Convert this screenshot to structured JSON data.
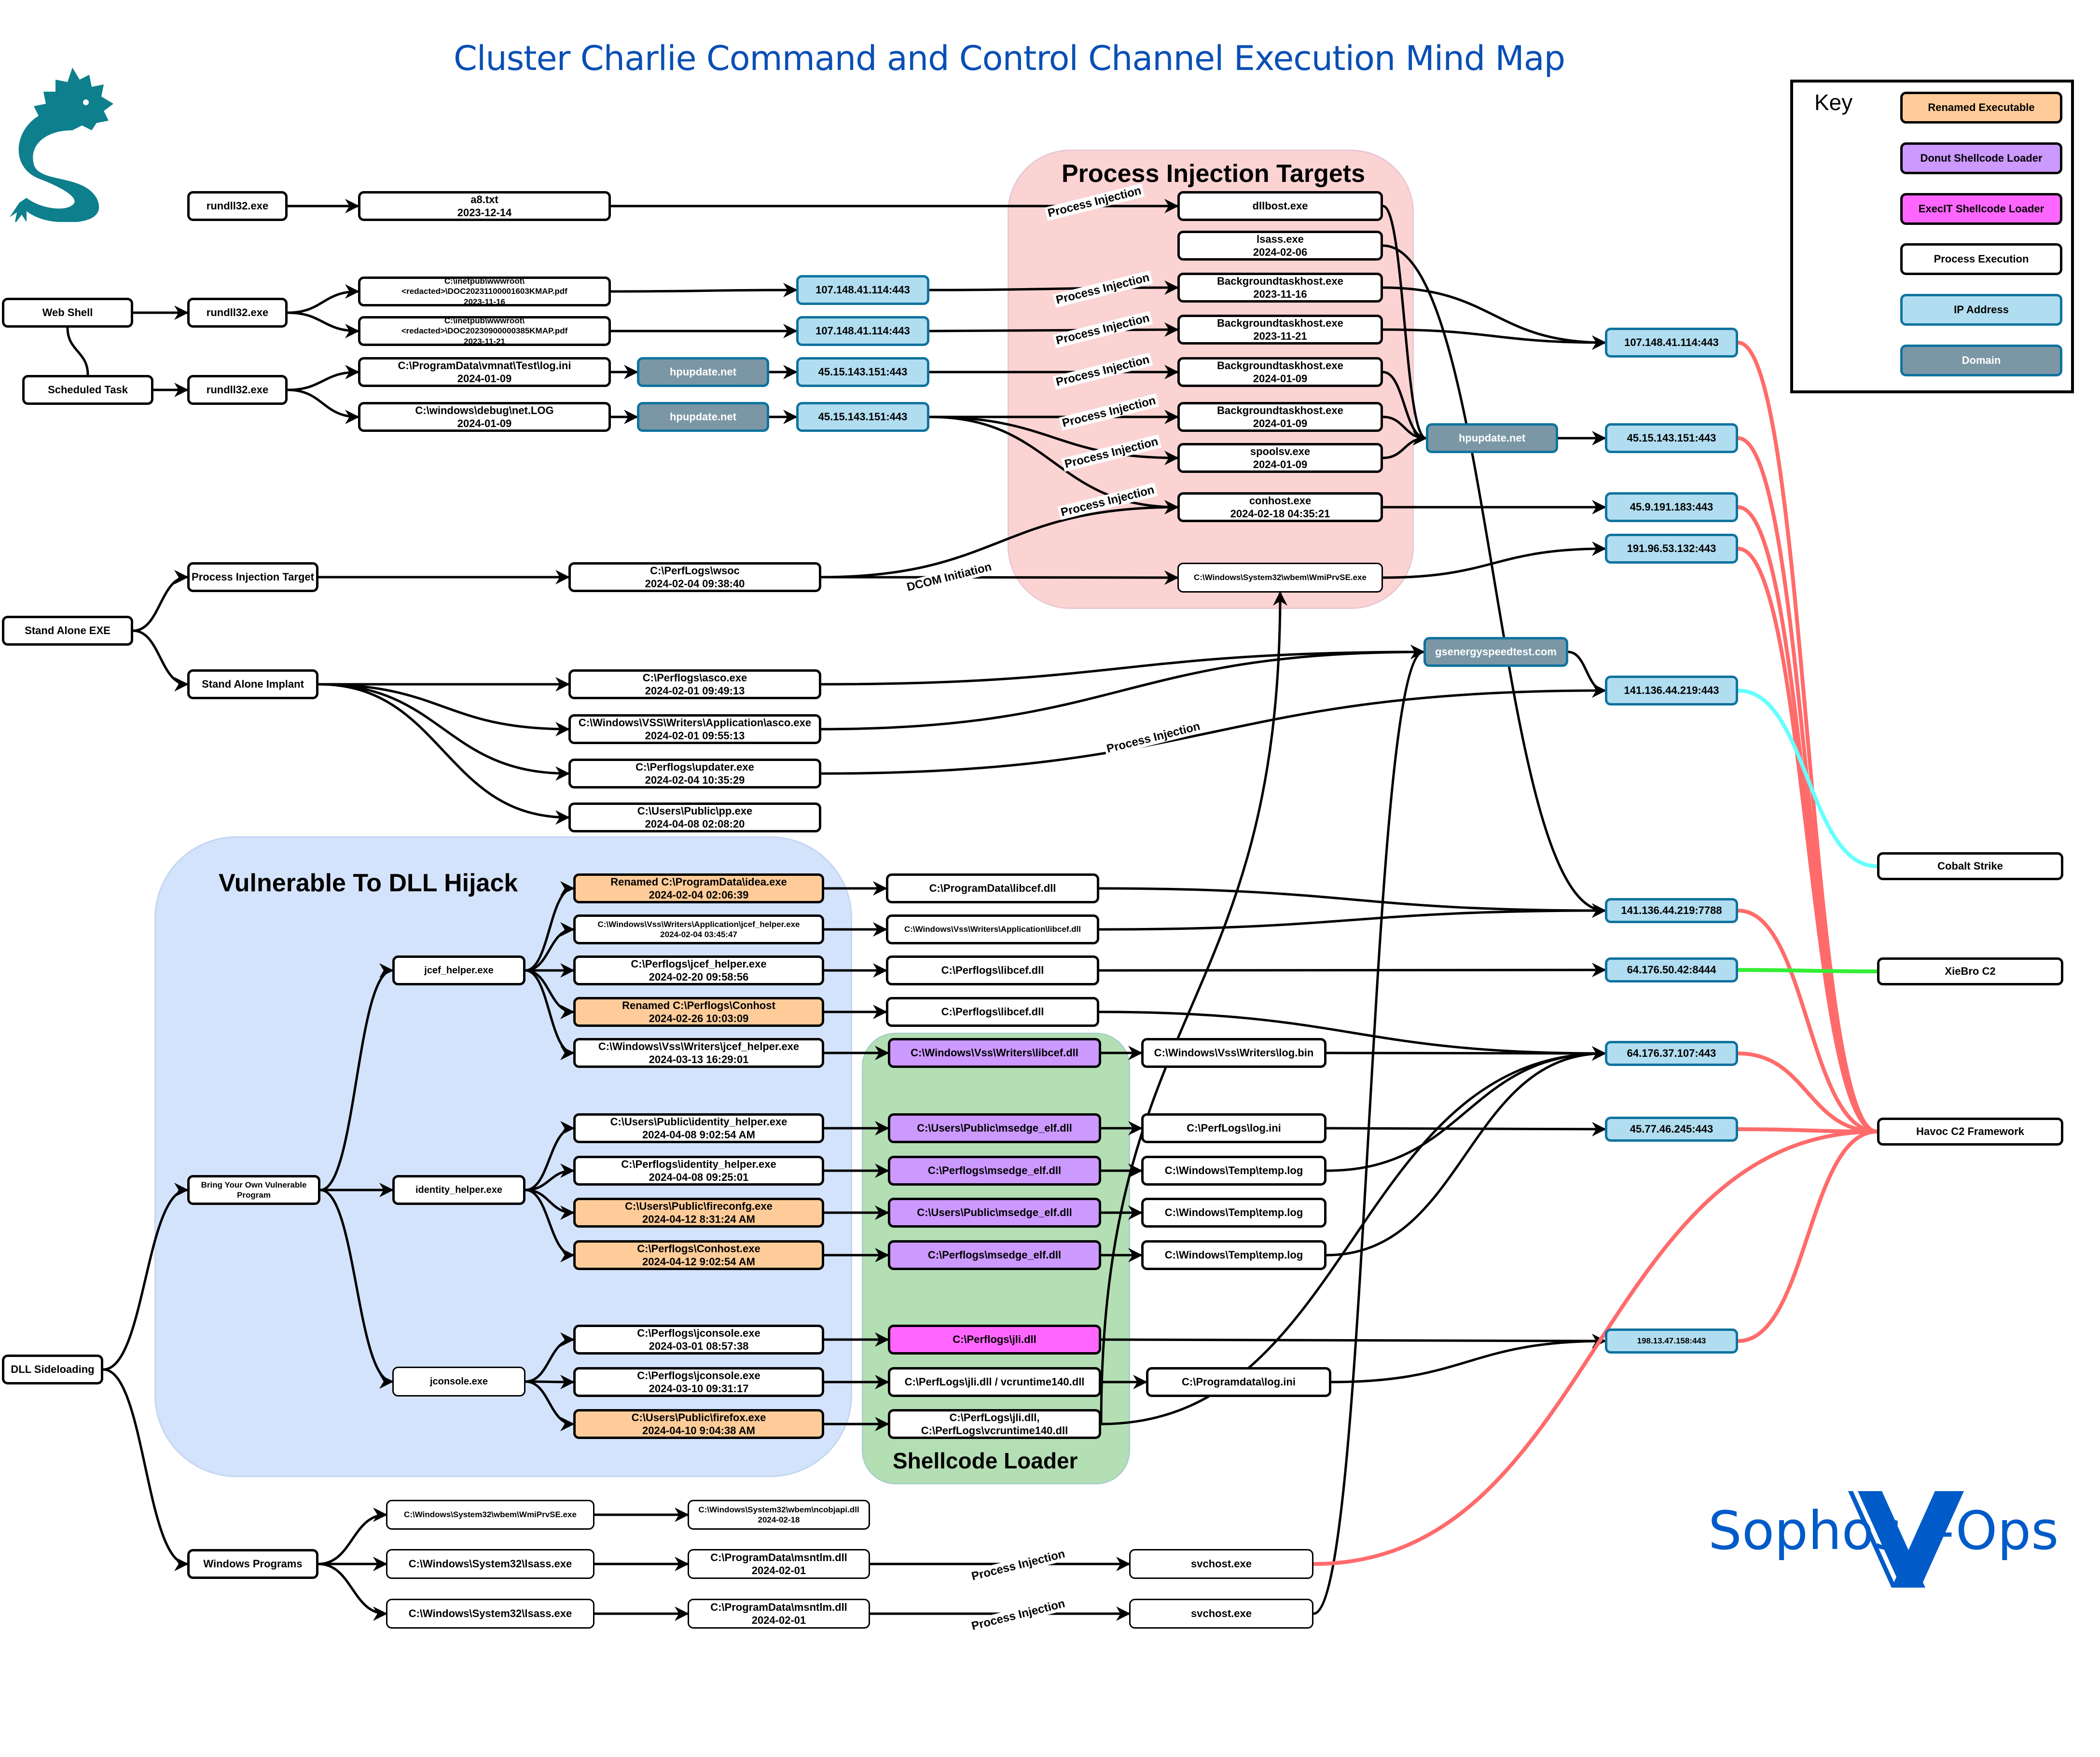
{
  "title": "Cluster Charlie Command and Control Channel Execution Mind Map",
  "groups": {
    "process_injection": "Process Injection Targets",
    "dll_hijack": "Vulnerable To DLL Hijack",
    "shellcode_loader": "Shellcode Loader"
  },
  "key": {
    "title": "Key",
    "items": [
      {
        "label": "Renamed Executable",
        "type": "renamed",
        "color": "#ffcc99"
      },
      {
        "label": "Donut Shellcode Loader",
        "type": "donut",
        "color": "#cc99ff"
      },
      {
        "label": "ExecIT Shellcode Loader",
        "type": "execit",
        "color": "#ff66ff"
      },
      {
        "label": "Process Execution",
        "type": "process",
        "color": "#ffffff"
      },
      {
        "label": "IP Address",
        "type": "ip",
        "color": "#b1ddf0"
      },
      {
        "label": "Domain",
        "type": "domain",
        "color": "#7b97a5"
      }
    ]
  },
  "edge_labels": {
    "process_injection": "Process Injection",
    "dcom": "DCOM Initiation"
  },
  "colors": {
    "title": "#0a4fb5",
    "havoc_link": "#ff6b6b",
    "cobalt_link": "#66ffff",
    "xiebro_link": "#33ee33",
    "dragon": "#0e7f8c",
    "sophos": "#005bc8"
  },
  "nodes": {
    "web_shell": "Web Shell",
    "scheduled_task": "Scheduled Task",
    "rundll_a": "rundll32.exe",
    "rundll_b": "rundll32.exe",
    "rundll_c": "rundll32.exe",
    "a8": "a8.txt\n2023-12-14",
    "doc1": "C:\\inetpub\\wwwroot\\<redacted>\\DOC20231100001603KMAP.pdf\n2023-11-16",
    "doc2": "C:\\inetpub\\wwwroot\\<redacted>\\DOC20230900000385KMAP.pdf\n2023-11-21",
    "vmnat": "C:\\ProgramData\\vmnat\\Test\\log.ini\n2024-01-09",
    "netlog": "C:\\windows\\debug\\net.LOG\n2024-01-09",
    "hpupdate_a": "hpupdate.net",
    "hpupdate_b": "hpupdate.net",
    "ip_107a": "107.148.41.114:443",
    "ip_107b": "107.148.41.114:443",
    "ip_45a": "45.15.143.151:443",
    "ip_45b": "45.15.143.151:443",
    "dllbost": "dllbost.exe",
    "lsass_pi": "lsass.exe\n2024-02-06",
    "bth1": "Backgroundtaskhost.exe\n2023-11-16",
    "bth2": "Backgroundtaskhost.exe\n2023-11-21",
    "bth3": "Backgroundtaskhost.exe\n2024-01-09",
    "bth4": "Backgroundtaskhost.exe\n2024-01-09",
    "spoolsv": "spoolsv.exe\n2024-01-09",
    "conhost_pi": "conhost.exe\n2024-02-18 04:35:21",
    "wmiprvse_pi": "C:\\Windows\\System32\\wbem\\WmiPrvSE.exe",
    "hpupdate_c": "hpupdate.net",
    "gsenergy": "gsenergyspeedtest.com",
    "stand_alone_exe": "Stand Alone EXE",
    "pi_target": "Process Injection Target",
    "stand_alone_implant": "Stand Alone Implant",
    "wsoc": "C:\\PerfLogs\\wsoc\n2024-02-04  09:38:40",
    "asco1": "C:\\Perflogs\\asco.exe\n2024-02-01 09:49:13",
    "asco2": "C:\\Windows\\VSS\\Writers\\Application\\asco.exe\n2024-02-01 09:55:13",
    "updater": "C:\\Perflogs\\updater.exe\n2024-02-04 10:35:29",
    "pp": "C:\\Users\\Public\\pp.exe\n2024-04-08  02:08:20",
    "dll_sideloading": "DLL Sideloading",
    "byovp": "Bring Your Own Vulnerable\nProgram",
    "jcef_helper": "jcef_helper.exe",
    "identity_helper": "identity_helper.exe",
    "jconsole": "jconsole.exe",
    "idea": "Renamed C:\\ProgramData\\idea.exe\n2024-02-04  02:06:39",
    "vss_jcef_app": "C:\\Windows\\Vss\\Writers\\Application\\jcef_helper.exe\n2024-02-04 03:45:47",
    "perf_jcef": "C:\\Perflogs\\jcef_helper.exe\n2024-02-20  09:58:56",
    "conhost_ren": "Renamed C:\\Perflogs\\Conhost\n2024-02-26 10:03:09",
    "vss_jcef": "C:\\Windows\\Vss\\Writers\\jcef_helper.exe\n2024-03-13 16:29:01",
    "pub_identity": "C:\\Users\\Public\\identity_helper.exe\n2024-04-08 9:02:54 AM",
    "perf_identity": "C:\\Perflogs\\identity_helper.exe\n2024-04-08 09:25:01",
    "fireconfg": "C:\\Users\\Public\\fireconfg.exe\n2024-04-12  8:31:24 AM",
    "perf_conhost": "C:\\Perflogs\\Conhost.exe\n2024-04-12  9:02:54 AM",
    "perf_jconsole1": "C:\\Perflogs\\jconsole.exe\n2024-03-01 08:57:38",
    "perf_jconsole2": "C:\\Perflogs\\jconsole.exe\n2024-03-10 09:31:17",
    "firefox": "C:\\Users\\Public\\firefox.exe\n2024-04-10  9:04:38 AM",
    "libcef_pd": "C:\\ProgramData\\libcef.dll",
    "libcef_vssapp": "C:\\Windows\\Vss\\Writers\\Application\\libcef.dll",
    "libcef_perf1": "C:\\Perflogs\\libcef.dll",
    "libcef_perf2": "C:\\Perflogs\\libcef.dll",
    "libcef_vss": "C:\\Windows\\Vss\\Writers\\libcef.dll",
    "msedge1": "C:\\Users\\Public\\msedge_elf.dll",
    "msedge2": "C:\\Perflogs\\msedge_elf.dll",
    "msedge3": "C:\\Users\\Public\\msedge_elf.dll",
    "msedge4": "C:\\Perflogs\\msedge_elf.dll",
    "jli": "C:\\Perflogs\\jli.dll",
    "jli_vc": "C:\\PerfLogs\\jli.dll / vcruntime140.dll",
    "jli_vc2": "C:\\PerfLogs\\jli.dll,\nC:\\PerfLogs\\vcruntime140.dll",
    "logbin": "C:\\Windows\\Vss\\Writers\\log.bin",
    "perflogs_logini": "C:\\PerfLogs\\log.ini",
    "temp1": "C:\\Windows\\Temp\\temp.log",
    "temp2": "C:\\Windows\\Temp\\temp.log",
    "temp3": "C:\\Windows\\Temp\\temp.log",
    "pd_logini": "C:\\Programdata\\log.ini",
    "windows_programs": "Windows Programs",
    "wp_wmiprvse": "C:\\Windows\\System32\\wbem\\WmiPrvSE.exe",
    "wp_lsass1": "C:\\Windows\\System32\\lsass.exe",
    "wp_lsass2": "C:\\Windows\\System32\\lsass.exe",
    "ncobjapi": "C:\\Windows\\System32\\wbem\\ncobjapi.dll\n2024-02-18",
    "msntlm1": "C:\\ProgramData\\msntlm.dll\n2024-02-01",
    "msntlm2": "C:\\ProgramData\\msntlm.dll\n2024-02-01",
    "svchost1": "svchost.exe",
    "svchost2": "svchost.exe",
    "r_107": "107.148.41.114:443",
    "r_45_15": "45.15.143.151:443",
    "r_45_9": "45.9.191.183:443",
    "r_191": "191.96.53.132:443",
    "r_141_443": "141.136.44.219:443",
    "r_141_7788": "141.136.44.219:7788",
    "r_64_50": "64.176.50.42:8444",
    "r_64_37": "64.176.37.107:443",
    "r_45_77": "45.77.46.245:443",
    "r_198": "198.13.47.158:443",
    "cobalt": "Cobalt Strike",
    "xiebro": "XieBro C2",
    "havoc": "Havoc C2 Framework"
  },
  "logo": {
    "sophos_text": "Sophos",
    "xops_text": "-Ops"
  }
}
